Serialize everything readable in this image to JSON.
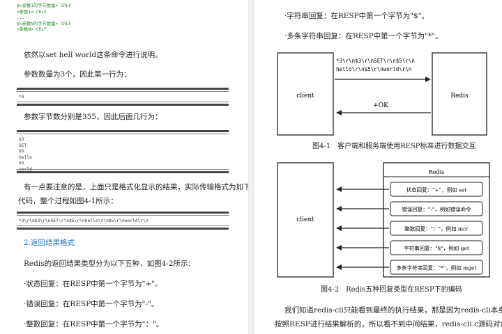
{
  "left": {
    "top_code": [
      {
        "t": "$<参数1的字节数量> CRLF",
        "green": true
      },
      {
        "t": "<参数1> CRLF",
        "green": true
      },
      {
        "t": "...",
        "green": false
      },
      {
        "t": "$<参数N的字节数量> CRLF",
        "green": true
      },
      {
        "t": "<参数N> CRLF",
        "green": true
      }
    ],
    "para1": "依然以set hell world这条命令进行说明。",
    "para2": "参数数量为3个，因此第一行为：",
    "code1": [
      "*3"
    ],
    "para3": "参数字节数分别是355，因此后面几行为：",
    "code2": [
      "$3",
      "SET",
      "$5",
      "hello",
      "$5",
      "world"
    ],
    "para4a": "有一点要注意的是，上面只是格式化显示的结果，实际传输格式为如下",
    "para4b": "代码，整个过程如图4-1所示：",
    "code3": [
      "*3\\r\\n$3\\r\\nSET\\r\\n$5\\r\\nhello\\r\\n$5\\r\\nworld\\r\\n"
    ],
    "section_title": "2.返回结果格式",
    "para5": "Redis的返回结果类型分为以下五种，如图4-2所示：",
    "bullets": [
      "·状态回复：在RESP中第一个字节为\"+\"。",
      "·错误回复：在RESP中第一个字节为\"-\"。",
      "·整数回复：在RESP中第一个字节为\"：\"。"
    ]
  },
  "right": {
    "bullets": [
      "·字符串回复：在RESP中第一个字节为\"$\"。",
      "·多条字符串回复：在RESP中第一个字节为\"*\"。"
    ],
    "fig1": {
      "client": "client",
      "server": "Redis",
      "request_line1": "*3\\r\\n$3\\r\\nSET\\r\\n$5\\r\\n",
      "request_line2": "hello\\r\\n$5\\r\\nworld\\r\\n",
      "reply": "+OK",
      "caption": "图4-1　客户端和服务端使用RESP标准进行数据交互"
    },
    "fig2": {
      "client": "client",
      "server": "Redis",
      "items": [
        "状态回复：\"+\"，例如 set",
        "错误回复：\"-\"，例如错误命令",
        "整数回复：\"：\"，例如 incr",
        "字符串回复：\"$\"，例如 get",
        "多条字符串回复：\"*\"，例如 mget"
      ],
      "caption": "图4-2　Redis五种回复类型在RESP下的编码"
    },
    "para_a": "我们知道redis-cli只能看到最终的执行结果，那是因为redis-cli本身就是",
    "para_b": "按照RESP进行结果解析的，所以看不到中间结果，redis-cli.c源码对命令结"
  }
}
